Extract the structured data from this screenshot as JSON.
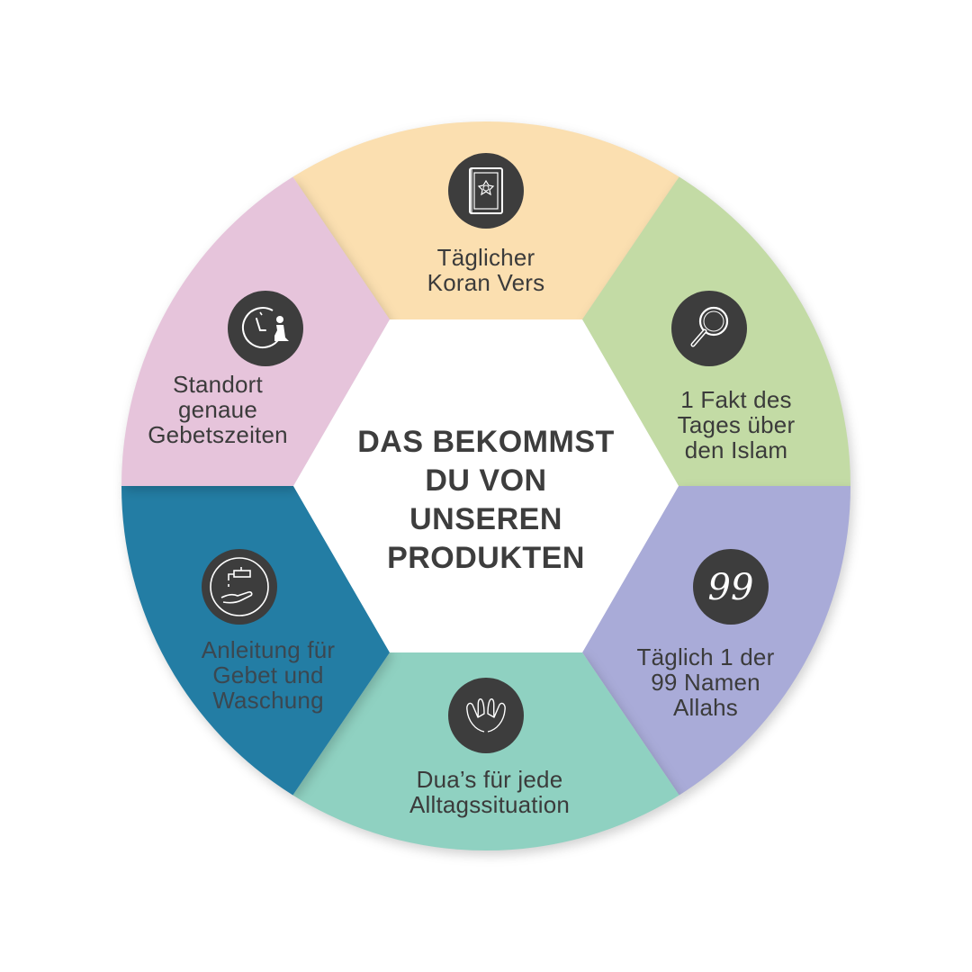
{
  "center_title": [
    "DAS BEKOMMST",
    "DU VON",
    "UNSEREN",
    "PRODUKTEN"
  ],
  "segments": [
    {
      "id": "quran",
      "color": "#fbdfb0",
      "icon": "quran-book-icon",
      "lines": [
        "Täglicher",
        "Koran Vers"
      ]
    },
    {
      "id": "fact",
      "color": "#c3dba5",
      "icon": "magnifier-icon",
      "lines": [
        "1 Fakt des",
        "Tages über",
        "den Islam"
      ]
    },
    {
      "id": "names",
      "color": "#a9abd8",
      "icon": "ninety-nine-icon",
      "icon_text": "99",
      "lines": [
        "Täglich 1 der",
        "99 Namen",
        "Allahs"
      ]
    },
    {
      "id": "dua",
      "color": "#8fd1c1",
      "icon": "praying-hands-icon",
      "lines": [
        "Dua’s für jede",
        "Alltagssituation"
      ]
    },
    {
      "id": "ablution",
      "color": "#237da4",
      "icon": "water-tap-hand-icon",
      "lines": [
        "Anleitung für",
        "Gebet und",
        "Waschung"
      ]
    },
    {
      "id": "prayer-times",
      "color": "#e6c4db",
      "icon": "clock-prayer-icon",
      "lines": [
        "Standort",
        "genaue",
        "Gebetszeiten"
      ]
    }
  ]
}
